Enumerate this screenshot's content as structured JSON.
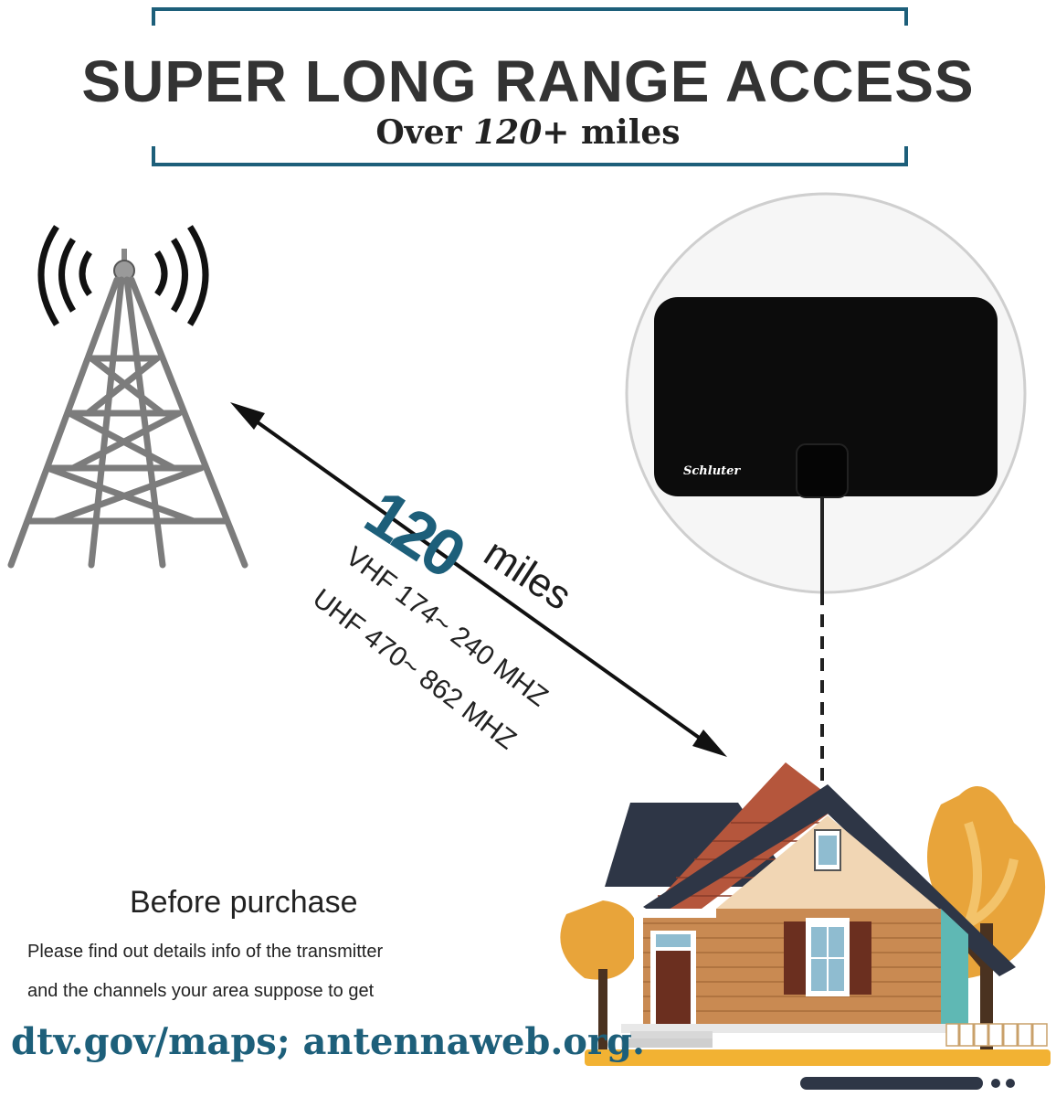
{
  "header": {
    "title": "SUPER LONG RANGE ACCESS",
    "subtitle_prefix": "Over ",
    "subtitle_number": "120+",
    "subtitle_suffix": " miles"
  },
  "distance": {
    "number": "120",
    "unit": "miles",
    "vhf": "VHF 174~ 240 MHZ",
    "uhf": "UHF 470~ 862 MHZ"
  },
  "antenna": {
    "brand": "Schluter"
  },
  "info": {
    "heading": "Before purchase",
    "line1": "Please find out details info of the transmitter",
    "line2": "and the channels your area suppose to get",
    "links": "dtv.gov/maps; antennaweb.org."
  },
  "colors": {
    "accent": "#1d5f7a",
    "text": "#333333"
  },
  "icons": [
    "tower-icon",
    "antenna-icon",
    "house-icon",
    "tree-icon",
    "double-arrow-icon"
  ]
}
